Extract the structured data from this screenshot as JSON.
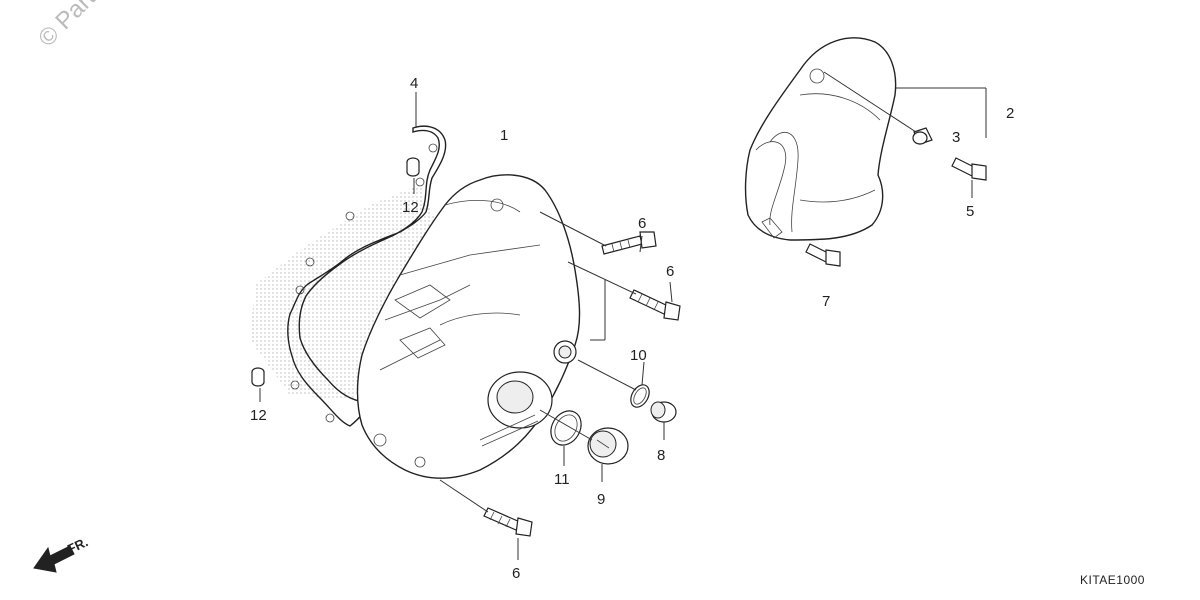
{
  "watermark": "© Part",
  "diagram_code": "KITAE1000",
  "direction_label": "FR.",
  "callouts": [
    {
      "id": "c1",
      "text": "1"
    },
    {
      "id": "c2",
      "text": "2"
    },
    {
      "id": "c3",
      "text": "3"
    },
    {
      "id": "c4",
      "text": "4"
    },
    {
      "id": "c5",
      "text": "5"
    },
    {
      "id": "c6a",
      "text": "6"
    },
    {
      "id": "c6b",
      "text": "6"
    },
    {
      "id": "c6c",
      "text": "6"
    },
    {
      "id": "c7",
      "text": "7"
    },
    {
      "id": "c8",
      "text": "8"
    },
    {
      "id": "c9",
      "text": "9"
    },
    {
      "id": "c10",
      "text": "10"
    },
    {
      "id": "c11",
      "text": "11"
    },
    {
      "id": "c12a",
      "text": "12"
    },
    {
      "id": "c12b",
      "text": "12"
    }
  ],
  "colors": {
    "line": "#222222",
    "watermark": "#bbbbbb"
  }
}
